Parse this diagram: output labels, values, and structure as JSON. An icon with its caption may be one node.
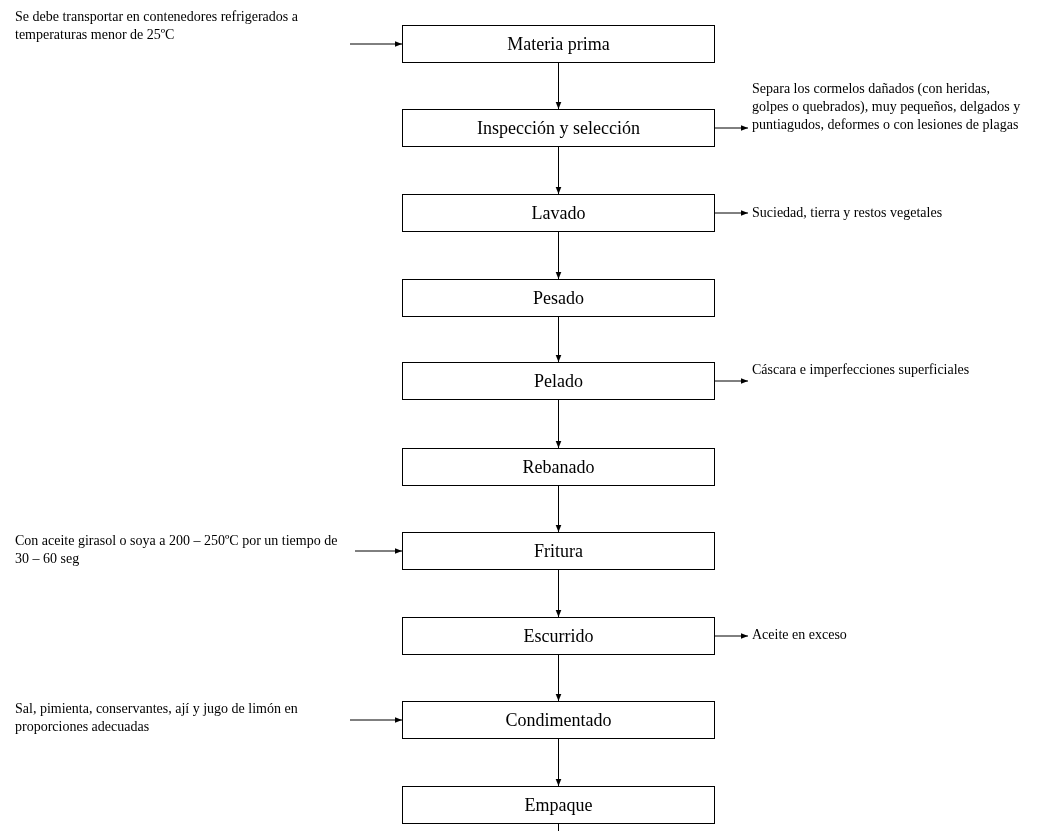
{
  "diagram": {
    "nodes": [
      {
        "text": [
          "Se debe transportar en contenedores refrigerados a temperaturas menor de 25ºC"
        ]
      },
      {
        "text": [
          "Materia prima"
        ]
      },
      {
        "text": [
          "Inspección y selección"
        ]
      },
      {
        "text": [
          "Separa los cormelos dañados (con heridas, golpes o quebrados), muy pequeños, delgados y puntiagudos, deformes o con lesiones de plagas"
        ]
      },
      {
        "text": [
          "Lavado"
        ]
      },
      {
        "text": [
          "Suciedad, tierra y restos vegetales"
        ]
      },
      {
        "text": [
          "Pesado"
        ]
      },
      {
        "text": [
          "Pelado"
        ]
      },
      {
        "text": [
          "Cáscara e imperfecciones superficiales"
        ]
      },
      {
        "text": [
          "Rebanado"
        ]
      },
      {
        "text": [
          "Con aceite girasol o soya a 200 – 250ºC por un tiempo de 30 – 60 seg"
        ]
      },
      {
        "text": [
          "Fritura"
        ]
      },
      {
        "text": [
          "Escurrido"
        ]
      },
      {
        "text": [
          "Aceite en exceso"
        ]
      },
      {
        "text": [
          "Sal, pimienta, conservantes, ají y jugo de limón en proporciones adecuadas"
        ]
      },
      {
        "text": [
          "Condimentado"
        ]
      },
      {
        "text": [
          "Empaque"
        ]
      }
    ],
    "edges": [
      {
        "from": 0,
        "to": 1,
        "arrow": "to"
      },
      {
        "from": 1,
        "to": 2,
        "arrow": "to"
      },
      {
        "from": 2,
        "to": 3,
        "arrow": "to"
      },
      {
        "from": 2,
        "to": 4,
        "arrow": "to"
      },
      {
        "from": 4,
        "to": 5,
        "arrow": "to"
      },
      {
        "from": 4,
        "to": 6,
        "arrow": "to"
      },
      {
        "from": 6,
        "to": 7,
        "arrow": "to"
      },
      {
        "from": 7,
        "to": 8,
        "arrow": "to"
      },
      {
        "from": 7,
        "to": 9,
        "arrow": "to"
      },
      {
        "from": 10,
        "to": 11,
        "arrow": "to"
      },
      {
        "from": 9,
        "to": 11,
        "arrow": "to"
      },
      {
        "from": 11,
        "to": 12,
        "arrow": "to"
      },
      {
        "from": 12,
        "to": 13,
        "arrow": "to"
      },
      {
        "from": 14,
        "to": 15,
        "arrow": "to"
      },
      {
        "from": 12,
        "to": 15,
        "arrow": "to"
      },
      {
        "from": 15,
        "to": 16,
        "arrow": "to"
      },
      {
        "from": 16,
        "to": null,
        "arrow": "none"
      }
    ]
  }
}
